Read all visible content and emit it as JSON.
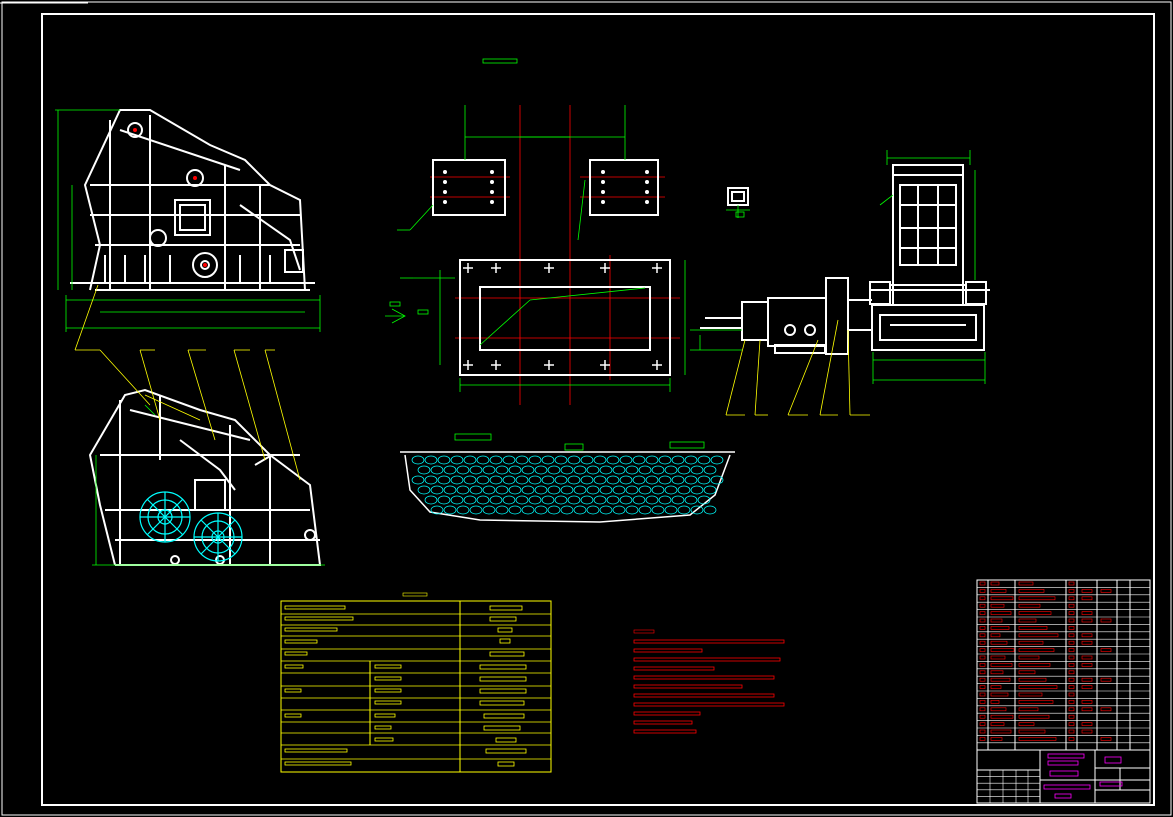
{
  "drawing": {
    "view_title": "",
    "params_table_title": "",
    "notes_title": "",
    "title_block_name": "",
    "title_block_sub": ""
  },
  "colors": {
    "background": "#000000",
    "frame": "#ffffff",
    "part": "#ffffff",
    "dimension": "#00ff00",
    "table": "#ffff00",
    "centerline": "#ff0000",
    "hatch": "#00ffff",
    "notes": "#ff0000",
    "title_block_text": "#ff00ff"
  },
  "views": [
    {
      "name": "crusher-side-view"
    },
    {
      "name": "crusher-section-view"
    },
    {
      "name": "foundation-plan-view"
    },
    {
      "name": "foundation-section-hatch"
    },
    {
      "name": "motor-drive-view"
    },
    {
      "name": "crusher-front-view"
    }
  ]
}
